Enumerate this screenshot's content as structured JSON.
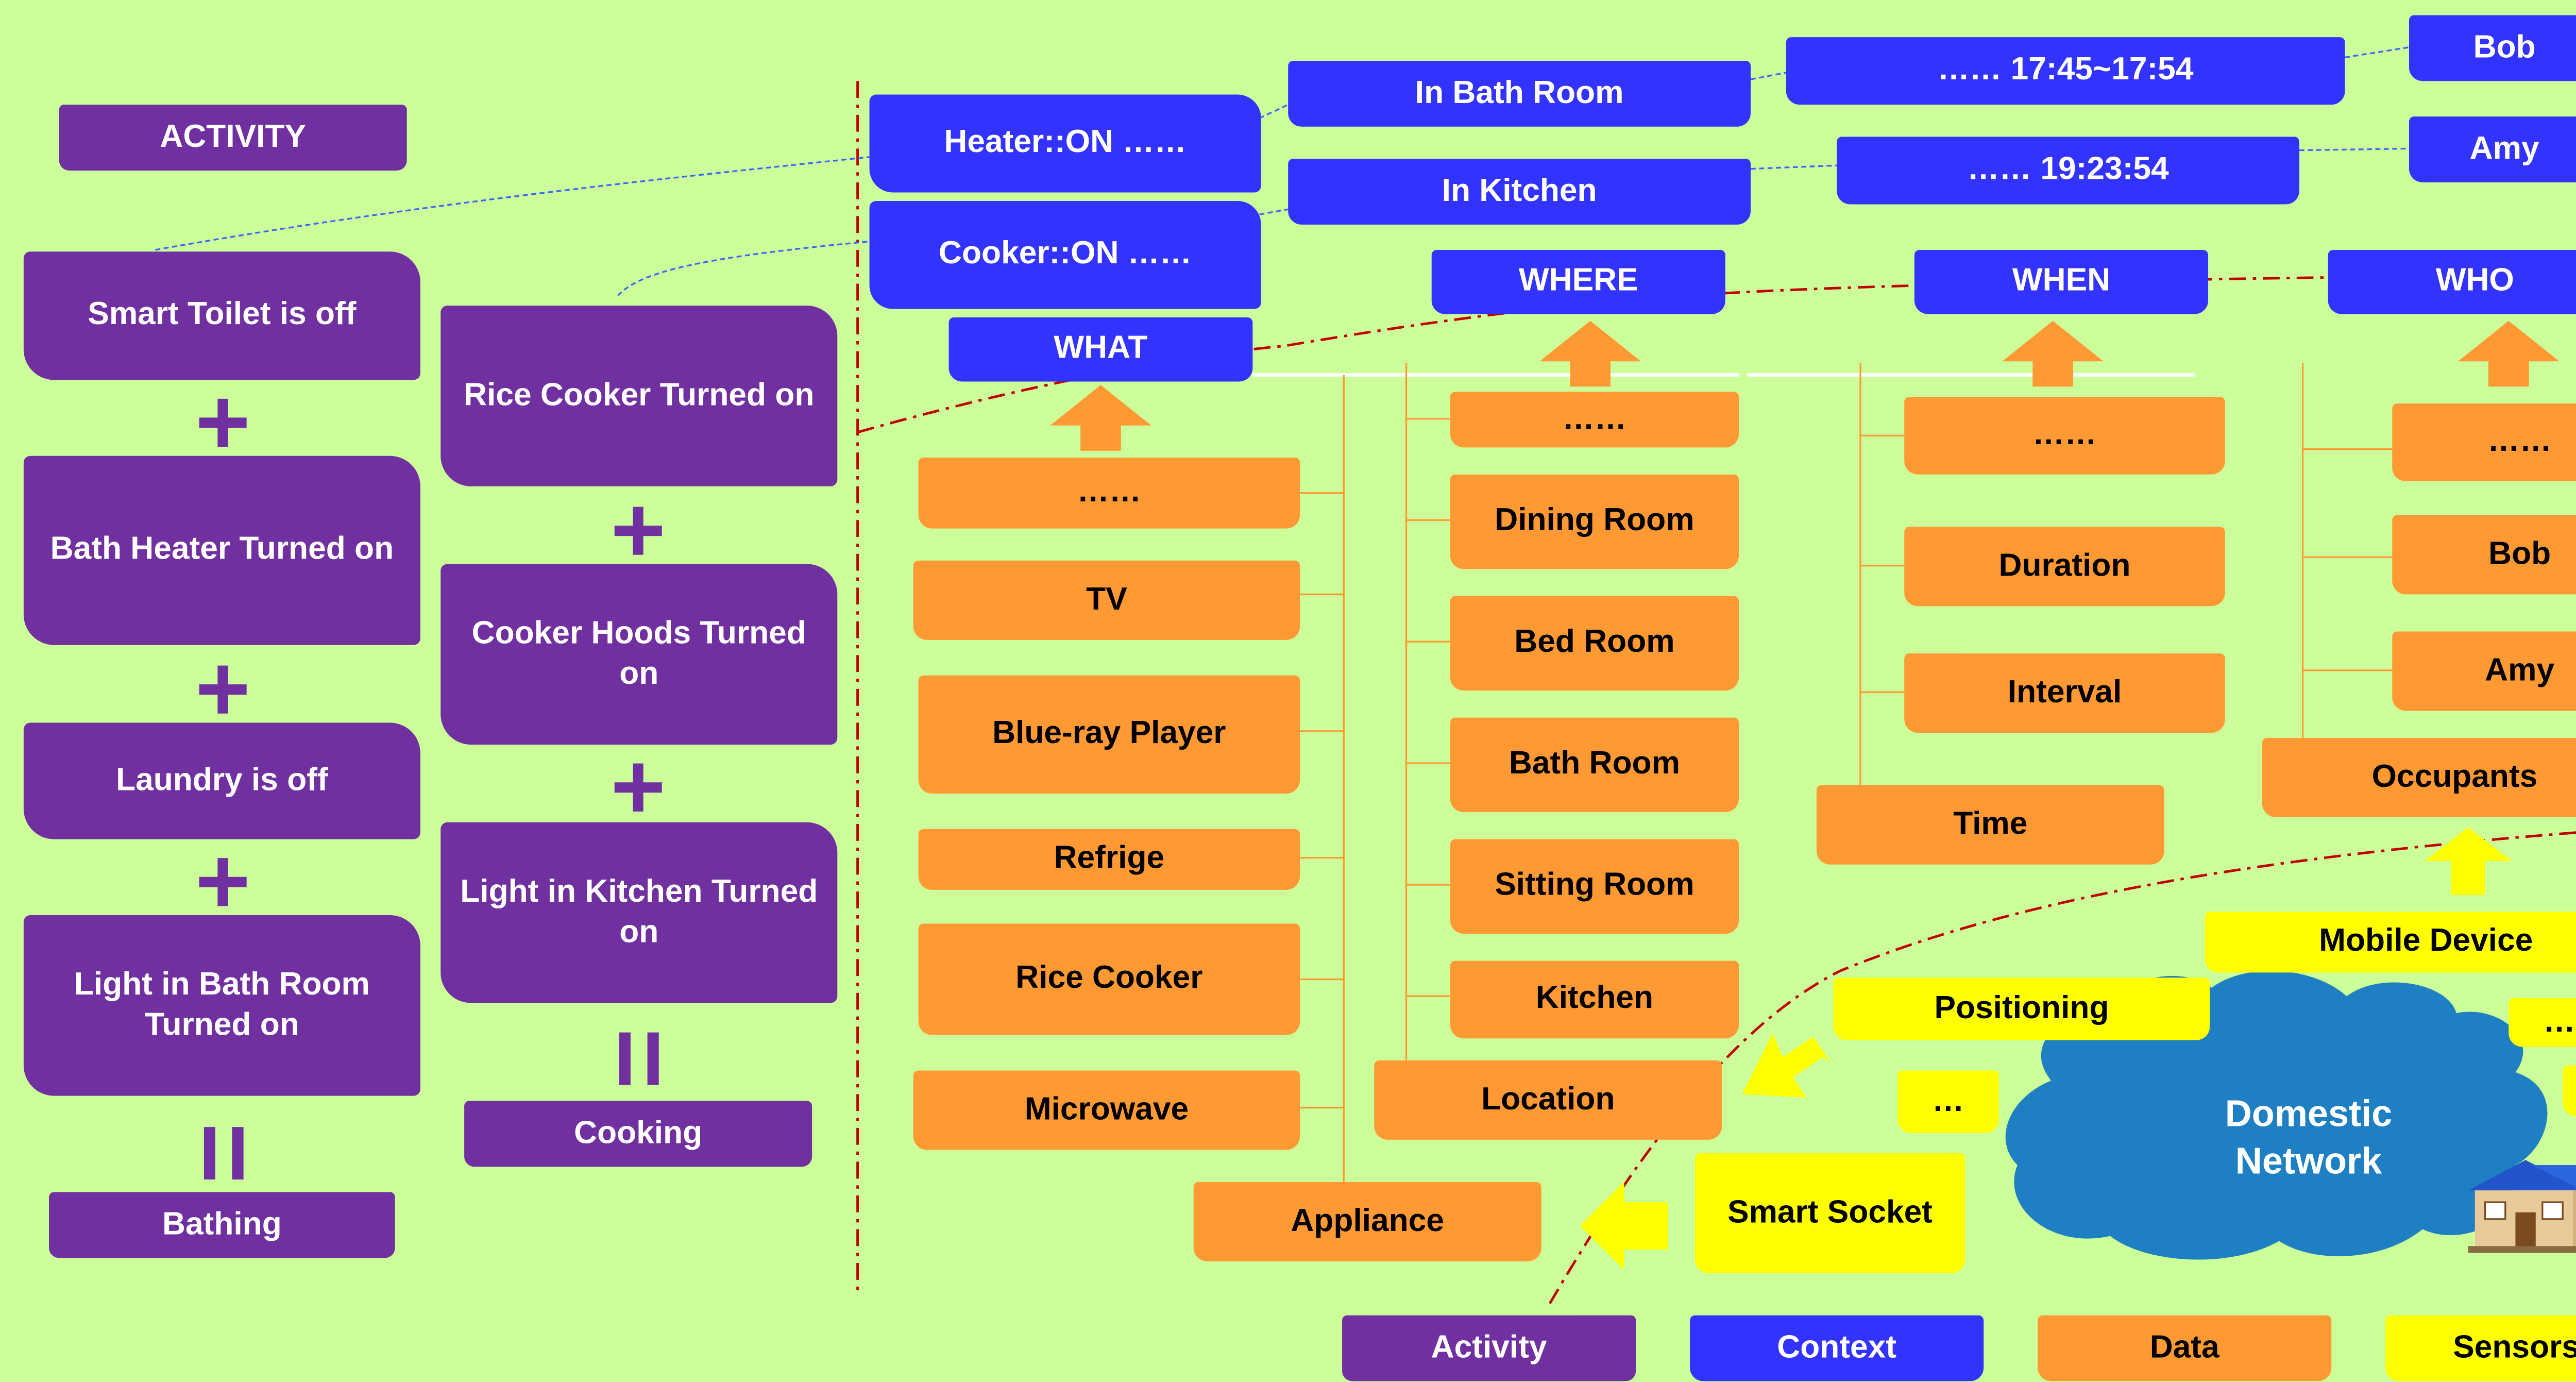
{
  "colors": {
    "background": "#ccff99",
    "activity": "#7030a0",
    "context": "#3333ff",
    "data": "#ff9933",
    "sensors": "#ffff00",
    "network": "#1e7fc2",
    "divider": "#c00000"
  },
  "activity_header": "ACTIVITY",
  "bathing_column": {
    "steps": [
      "Smart Toilet is off",
      "Bath Heater Turned on",
      "Laundry is off",
      "Light in Bath Room Turned on"
    ],
    "plus": "+",
    "equals": "=",
    "result": "Bathing"
  },
  "cooking_column": {
    "steps": [
      "Rice Cooker Turned on",
      "Cooker Hoods Turned on",
      "Light in Kitchen Turned on"
    ],
    "plus": "+",
    "equals": "=",
    "result": "Cooking"
  },
  "context": {
    "what_items": [
      "Heater::ON ……",
      "Cooker::ON ……"
    ],
    "where_items": [
      "In Bath Room",
      "In Kitchen"
    ],
    "when_items": [
      "…… 17:45~17:54",
      "…… 19:23:54"
    ],
    "who_items": [
      "Bob",
      "Amy"
    ],
    "headers": {
      "what": "WHAT",
      "where": "WHERE",
      "when": "WHEN",
      "who": "WHO"
    }
  },
  "data": {
    "appliance": {
      "parent": "Appliance",
      "items": [
        "……",
        "TV",
        "Blue-ray Player",
        "Refrige",
        "Rice Cooker",
        "Microwave"
      ]
    },
    "location": {
      "parent": "Location",
      "items": [
        "……",
        "Dining Room",
        "Bed Room",
        "Bath Room",
        "Sitting Room",
        "Kitchen"
      ]
    },
    "time": {
      "parent": "Time",
      "items": [
        "……",
        "Duration",
        "Interval"
      ]
    },
    "occupants": {
      "parent": "Occupants",
      "items": [
        "……",
        "Bob",
        "Amy"
      ]
    }
  },
  "sensors": {
    "mobile_device": "Mobile Device",
    "positioning": "Positioning",
    "smart_socket": "Smart Socket",
    "dots": [
      "…",
      "…",
      "…"
    ]
  },
  "network": {
    "line1": "Domestic",
    "line2": "Network",
    "icon": "house-icon"
  },
  "legend": [
    "Activity",
    "Context",
    "Data",
    "Sensors"
  ]
}
